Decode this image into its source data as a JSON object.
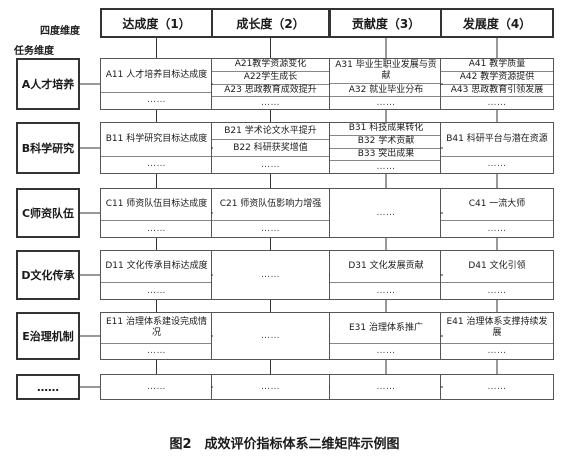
{
  "corner": {
    "dimension_label": "四度维度",
    "task_label": "任务维度"
  },
  "columns": [
    {
      "label": "达成度（1）"
    },
    {
      "label": "成长度（2）"
    },
    {
      "label": "贡献度（3）"
    },
    {
      "label": "发展度（4）"
    }
  ],
  "rows": [
    {
      "label": "A人才培养",
      "cells": [
        [
          {
            "t": "A11 人才培养目标达成度",
            "w": 2
          },
          {
            "t": "……",
            "w": 1
          }
        ],
        [
          {
            "t": "A21教学资源变化",
            "w": 1
          },
          {
            "t": "A22学生成长",
            "w": 1
          },
          {
            "t": "A23 思政教育成效提升",
            "w": 1
          },
          {
            "t": "……",
            "w": 1
          }
        ],
        [
          {
            "t": "A31 毕业生职业发展与贡献",
            "w": 2
          },
          {
            "t": "A32 就业毕业分布",
            "w": 1
          },
          {
            "t": "……",
            "w": 1
          }
        ],
        [
          {
            "t": "A41 教学质量",
            "w": 1
          },
          {
            "t": "A42 教学资源提供",
            "w": 1
          },
          {
            "t": "A43 思政教育引领发展",
            "w": 1
          },
          {
            "t": "……",
            "w": 1
          }
        ]
      ]
    },
    {
      "label": "B科学研究",
      "cells": [
        [
          {
            "t": "B11 科学研究目标达成度",
            "w": 2
          },
          {
            "t": "……",
            "w": 1
          }
        ],
        [
          {
            "t": "B21 学术论文水平提升",
            "w": 1
          },
          {
            "t": "B22 科研获奖增值",
            "w": 1
          },
          {
            "t": "……",
            "w": 1
          }
        ],
        [
          {
            "t": "B31 科技成果转化",
            "w": 1
          },
          {
            "t": "B32 学术贡献",
            "w": 1
          },
          {
            "t": "B33 突出成果",
            "w": 1
          },
          {
            "t": "……",
            "w": 1
          }
        ],
        [
          {
            "t": "B41 科研平台与潜在资源",
            "w": 2
          },
          {
            "t": "……",
            "w": 1
          }
        ]
      ]
    },
    {
      "label": "C师资队伍",
      "cells": [
        [
          {
            "t": "C11 师资队伍目标达成度",
            "w": 2
          },
          {
            "t": "……",
            "w": 1
          }
        ],
        [
          {
            "t": "C21 师资队伍影响力增强",
            "w": 2
          },
          {
            "t": "……",
            "w": 1
          }
        ],
        [
          {
            "t": "……",
            "w": 1
          }
        ],
        [
          {
            "t": "C41 一流大师",
            "w": 2
          },
          {
            "t": "……",
            "w": 1
          }
        ]
      ]
    },
    {
      "label": "D文化传承",
      "cells": [
        [
          {
            "t": "D11 文化传承目标达成度",
            "w": 2
          },
          {
            "t": "……",
            "w": 1
          }
        ],
        [
          {
            "t": "……",
            "w": 1
          }
        ],
        [
          {
            "t": "D31 文化发展贡献",
            "w": 2
          },
          {
            "t": "……",
            "w": 1
          }
        ],
        [
          {
            "t": "D41 文化引领",
            "w": 2
          },
          {
            "t": "……",
            "w": 1
          }
        ]
      ]
    },
    {
      "label": "E治理机制",
      "cells": [
        [
          {
            "t": "E11 治理体系建设完成情况",
            "w": 2
          },
          {
            "t": "……",
            "w": 1
          }
        ],
        [
          {
            "t": "……",
            "w": 1
          }
        ],
        [
          {
            "t": "E31 治理体系推广",
            "w": 2
          },
          {
            "t": "……",
            "w": 1
          }
        ],
        [
          {
            "t": "E41 治理体系支撑持续发展",
            "w": 2
          },
          {
            "t": "……",
            "w": 1
          }
        ]
      ]
    },
    {
      "label": "……",
      "cells": [
        [
          {
            "t": "……",
            "w": 1
          }
        ],
        [
          {
            "t": "……",
            "w": 1
          }
        ],
        [
          {
            "t": "……",
            "w": 1
          }
        ],
        [
          {
            "t": "……",
            "w": 1
          }
        ]
      ]
    }
  ],
  "caption": "图2　成效评价指标体系二维矩阵示例图"
}
